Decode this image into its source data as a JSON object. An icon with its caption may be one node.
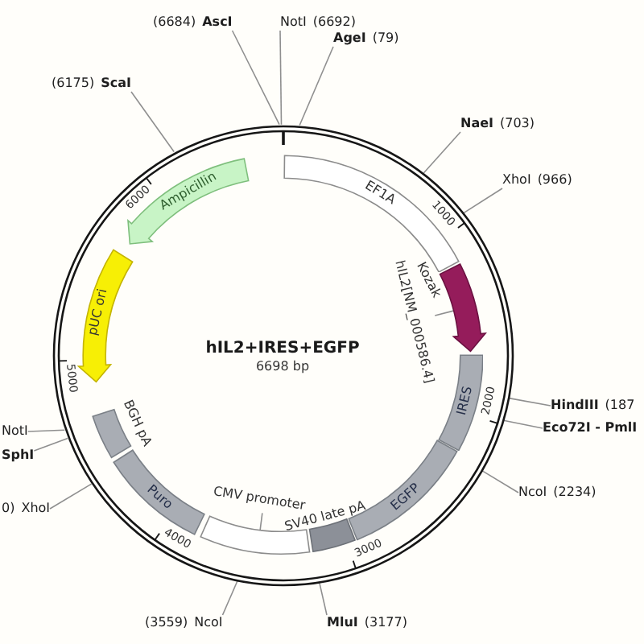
{
  "diagram": {
    "nodes": [
      {
        "text": [
          "hIL2+IRES+EGFP",
          "6698 bp"
        ]
      },
      {
        "text": [
          "EF1A"
        ],
        "in": 0
      },
      {
        "text": [],
        "shape": "arrow",
        "in": 0
      },
      {
        "text": [
          "hIL2[NM_000586.4]"
        ],
        "in": 0
      },
      {
        "text": [
          "IRES"
        ],
        "in": 0
      },
      {
        "text": [
          "EGFP"
        ],
        "in": 0
      },
      {
        "text": [
          "SV40 late pA"
        ],
        "in": 0
      },
      {
        "text": [],
        "shape": "bar",
        "in": 0
      },
      {
        "text": [
          "CMV promoter"
        ],
        "in": 0
      },
      {
        "text": [
          "Puro"
        ],
        "in": 0
      },
      {
        "text": [
          "BGH pA"
        ],
        "in": 0
      },
      {
        "text": [
          "pUC ori"
        ],
        "in": 0
      },
      {
        "text": [
          "Ampicillin"
        ],
        "in": 0
      },
      {
        "text": [
          "(6684)",
          "AscI"
        ]
      },
      {
        "text": [
          "NotI",
          "(6692)"
        ]
      },
      {
        "text": [
          "AgeI",
          "(79)"
        ]
      },
      {
        "text": [
          "(6175)",
          "ScaI"
        ]
      },
      {
        "text": [
          "NaeI",
          "(703)"
        ]
      },
      {
        "text": [
          "XhoI",
          "(966)"
        ]
      },
      {
        "text": [
          "HindIII",
          "(187"
        ]
      },
      {
        "text": [
          "Eco72I - PmlI"
        ]
      },
      {
        "text": [
          "NcoI",
          "(2234)"
        ]
      },
      {
        "text": [
          "MluI",
          "(3177)"
        ]
      },
      {
        "text": [
          "(3559)",
          "NcoI"
        ]
      },
      {
        "text": [
          "0)",
          "XhoI"
        ]
      },
      {
        "text": [
          "NotI"
        ]
      },
      {
        "text": [
          "SphI"
        ]
      }
    ],
    "edges": [
      {
        "from": 13,
        "to": 0,
        "arrow": "none"
      },
      {
        "from": 14,
        "to": 0,
        "arrow": "none"
      },
      {
        "from": 15,
        "to": 0,
        "arrow": "none"
      },
      {
        "from": 16,
        "to": 0,
        "arrow": "none"
      },
      {
        "from": 17,
        "to": 0,
        "arrow": "none"
      },
      {
        "from": 18,
        "to": 0,
        "arrow": "none"
      },
      {
        "from": 19,
        "to": 0,
        "arrow": "none"
      },
      {
        "from": 20,
        "to": 0,
        "arrow": "none"
      },
      {
        "from": 21,
        "to": 0,
        "arrow": "none"
      },
      {
        "from": 22,
        "to": 0,
        "arrow": "none"
      },
      {
        "from": 23,
        "to": 0,
        "arrow": "none"
      },
      {
        "from": 24,
        "to": 0,
        "arrow": "none"
      },
      {
        "from": 25,
        "to": 0,
        "arrow": "none"
      },
      {
        "from": 26,
        "to": 0,
        "arrow": "none"
      },
      {
        "from": 3,
        "to": 2,
        "arrow": "none"
      },
      {
        "from": 8,
        "to": 7,
        "arrow": "none"
      }
    ],
    "labels": [
      "6000",
      "1000",
      "Kozak",
      "5000",
      "2000",
      "4000",
      "3000"
    ]
  }
}
